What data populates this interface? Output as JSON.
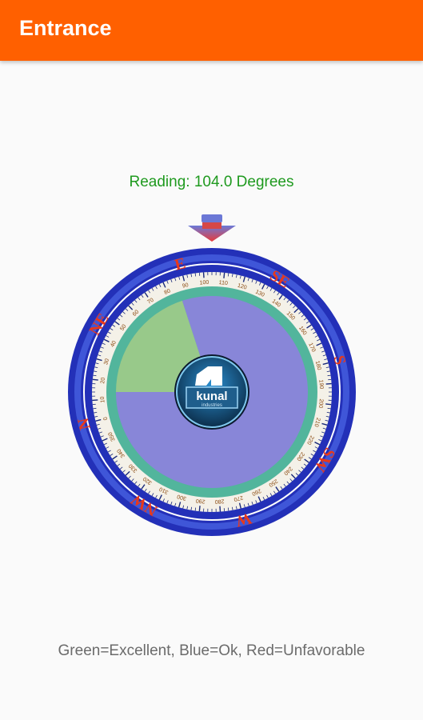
{
  "app_bar": {
    "title": "Entrance",
    "color": "#ff6000"
  },
  "reading": {
    "label": "Reading:",
    "value": "104.0",
    "unit": "Degrees",
    "text": "Reading: 104.0 Degrees",
    "color": "#1f9a1f"
  },
  "compass": {
    "heading_degrees": 104.0,
    "directions": [
      "E",
      "SE",
      "S",
      "SW",
      "W",
      "NW",
      "N",
      "NE"
    ],
    "direction_angles": [
      90,
      135,
      180,
      225,
      270,
      315,
      0,
      45
    ],
    "tick_labels": [
      "0",
      "10",
      "20",
      "30",
      "40",
      "50",
      "60",
      "70",
      "80",
      "90",
      "100",
      "110",
      "120",
      "130",
      "140",
      "150",
      "160",
      "170",
      "180",
      "190",
      "200",
      "210",
      "220",
      "230",
      "240",
      "250",
      "260",
      "270",
      "280",
      "290",
      "300",
      "310",
      "320",
      "330",
      "340",
      "350"
    ],
    "zones": [
      {
        "quality": "excellent",
        "color": "#98c98a",
        "start": 270,
        "end": 342
      },
      {
        "quality": "ok",
        "color": "#8886d8",
        "start": -18,
        "end": 270
      }
    ],
    "pointer_icon": "down-arrow-icon",
    "center_logo_text": "kunal",
    "center_logo_subtext": "industries",
    "center_logo_icon": "kunal-logo-icon",
    "colors": {
      "outer_ring": "#2330b8",
      "scale_ring": "#f4f1e8",
      "teal_ring": "#52b59c",
      "direction_text": "#e8381a"
    }
  },
  "legend": {
    "text": "Green=Excellent, Blue=Ok, Red=Unfavorable"
  }
}
